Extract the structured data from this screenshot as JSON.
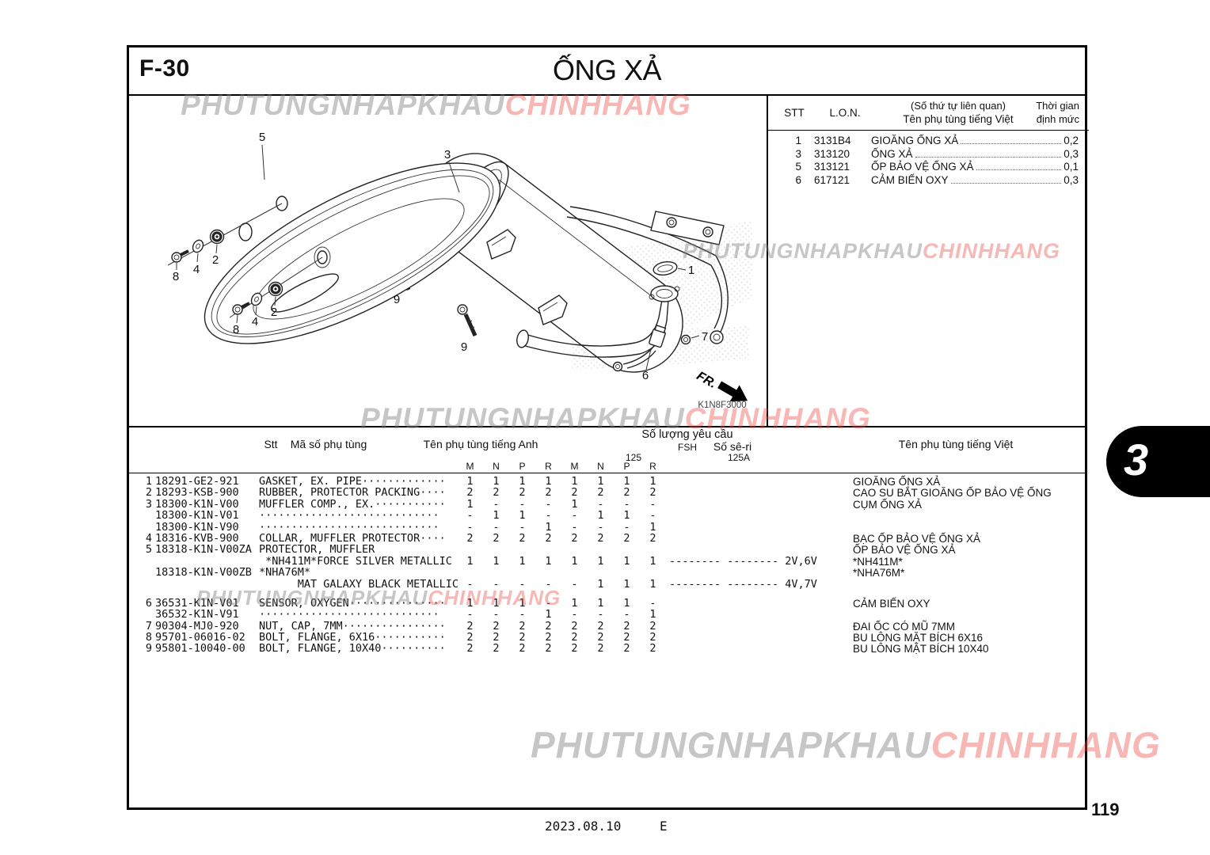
{
  "page": {
    "code": "F-30",
    "title": "ỐNG XẢ"
  },
  "watermark": {
    "gray": "PHUTUNGNHAPKHAU",
    "red": "CHINHHANG"
  },
  "ref_table": {
    "header": {
      "stt": "STT",
      "lon": "L.O.N.",
      "name1": "(Số thứ tự liên quan)",
      "name2": "Tên phụ tùng tiếng Việt",
      "time1": "Thời gian",
      "time2": "định mức"
    },
    "rows": [
      {
        "stt": "1",
        "lon": "3131B4",
        "name": "GIOĂNG ỐNG XẢ",
        "time": "0,2"
      },
      {
        "stt": "3",
        "lon": "313120",
        "name": "ỐNG XẢ",
        "time": "0,3"
      },
      {
        "stt": "5",
        "lon": "313121",
        "name": "ỐP BẢO VỆ ỐNG XẢ",
        "time": "0,1"
      },
      {
        "stt": "6",
        "lon": "617121",
        "name": "CẢM BIẾN OXY",
        "time": "0,3"
      }
    ]
  },
  "diagram": {
    "code": "K1N8F3000",
    "fr": "FR.",
    "callouts": {
      "1": "1",
      "2": "2",
      "3": "3",
      "4": "4",
      "5": "5",
      "6": "6",
      "7": "7",
      "8": "8",
      "9": "9"
    }
  },
  "parts_table": {
    "header": {
      "stt": "Stt",
      "code": "Mã số phụ tùng",
      "en": "Tên phụ tùng tiếng Anh",
      "qty": "Số lượng yêu cầu",
      "model": "FSH",
      "group1": "125",
      "group2": "125A",
      "cols": [
        "M",
        "N",
        "P",
        "R",
        "M",
        "N",
        "P",
        "R"
      ],
      "serial": "Số sê-ri",
      "vn": "Tên phụ tùng tiếng Việt"
    },
    "rows": [
      {
        "stt": "1",
        "code": "18291-GE2-921",
        "en": "GASKET, EX. PIPE·············",
        "qty": [
          "1",
          "1",
          "1",
          "1",
          "1",
          "1",
          "1",
          "1"
        ],
        "serial": "",
        "vn": "GIOĂNG ỐNG XẢ"
      },
      {
        "stt": "2",
        "code": "18293-KSB-900",
        "en": "RUBBER, PROTECTOR PACKING····",
        "qty": [
          "2",
          "2",
          "2",
          "2",
          "2",
          "2",
          "2",
          "2"
        ],
        "serial": "",
        "vn": "CAO SU BẮT GIOĂNG ỐP BẢO VỆ ỐNG"
      },
      {
        "stt": "3",
        "code": "18300-K1N-V00",
        "en": "MUFFLER COMP., EX.···········",
        "qty": [
          "1",
          "-",
          "-",
          "-",
          "1",
          "-",
          "-",
          "-"
        ],
        "serial": "",
        "vn": "CỤM ỐNG XẢ"
      },
      {
        "stt": "",
        "code": "18300-K1N-V01",
        "en": "····························",
        "qty": [
          "-",
          "1",
          "1",
          "-",
          "-",
          "1",
          "1",
          "-"
        ],
        "serial": "",
        "vn": ""
      },
      {
        "stt": "",
        "code": "18300-K1N-V90",
        "en": "····························",
        "qty": [
          "-",
          "-",
          "-",
          "1",
          "-",
          "-",
          "-",
          "1"
        ],
        "serial": "",
        "vn": ""
      },
      {
        "stt": "4",
        "code": "18316-KVB-900",
        "en": "COLLAR, MUFFLER PROTECTOR····",
        "qty": [
          "2",
          "2",
          "2",
          "2",
          "2",
          "2",
          "2",
          "2"
        ],
        "serial": "",
        "vn": "BẠC ỐP BẢO VỆ ỐNG XẢ"
      },
      {
        "stt": "5",
        "code": "18318-K1N-V00ZA",
        "en": "PROTECTOR, MUFFLER",
        "qty": [
          "",
          "",
          "",
          "",
          "",
          "",
          "",
          ""
        ],
        "serial": "",
        "vn": "ỐP BẢO VỆ ỐNG XẢ"
      },
      {
        "stt": "",
        "code": "",
        "en": " *NH411M*FORCE SILVER METALLIC",
        "qty": [
          "1",
          "1",
          "1",
          "1",
          "1",
          "1",
          "1",
          "1"
        ],
        "serial": "-------- -------- 2V,6V",
        "vn": "*NH411M*"
      },
      {
        "stt": "",
        "code": "18318-K1N-V00ZB",
        "en": "*NHA76M*",
        "qty": [
          "",
          "",
          "",
          "",
          "",
          "",
          "",
          ""
        ],
        "serial": "",
        "vn": "*NHA76M*"
      },
      {
        "stt": "",
        "code": "",
        "en": "      MAT GALAXY BLACK METALLIC",
        "qty": [
          "-",
          "-",
          "-",
          "-",
          "-",
          "1",
          "1",
          "1"
        ],
        "serial": "-------- -------- 4V,7V",
        "vn": ""
      },
      {
        "stt": "6",
        "code": "36531-K1N-V01",
        "en": "SENSOR, OXYGEN···············",
        "qty": [
          "1",
          "1",
          "1",
          "-",
          "1",
          "1",
          "1",
          "-"
        ],
        "serial": "",
        "vn": "CẢM BIẾN OXY"
      },
      {
        "stt": "",
        "code": "36532-K1N-V91",
        "en": "····························",
        "qty": [
          "-",
          "-",
          "-",
          "1",
          "-",
          "-",
          "-",
          "1"
        ],
        "serial": "",
        "vn": ""
      },
      {
        "stt": "7",
        "code": "90304-MJ0-920",
        "en": "NUT, CAP, 7MM················",
        "qty": [
          "2",
          "2",
          "2",
          "2",
          "2",
          "2",
          "2",
          "2"
        ],
        "serial": "",
        "vn": "ĐAI ỐC CÓ MŨ 7MM"
      },
      {
        "stt": "8",
        "code": "95701-06016-02",
        "en": "BOLT, FLANGE, 6X16···········",
        "qty": [
          "2",
          "2",
          "2",
          "2",
          "2",
          "2",
          "2",
          "2"
        ],
        "serial": "",
        "vn": "BU LÔNG MẶT BÍCH 6X16"
      },
      {
        "stt": "9",
        "code": "95801-10040-00",
        "en": "BOLT, FLANGE, 10X40··········",
        "qty": [
          "2",
          "2",
          "2",
          "2",
          "2",
          "2",
          "2",
          "2"
        ],
        "serial": "",
        "vn": "BU LÔNG MẶT BÍCH 10X40"
      }
    ]
  },
  "side_tab": "3",
  "footer": {
    "date": "2023.08.10",
    "rev": "E",
    "page": "119"
  }
}
